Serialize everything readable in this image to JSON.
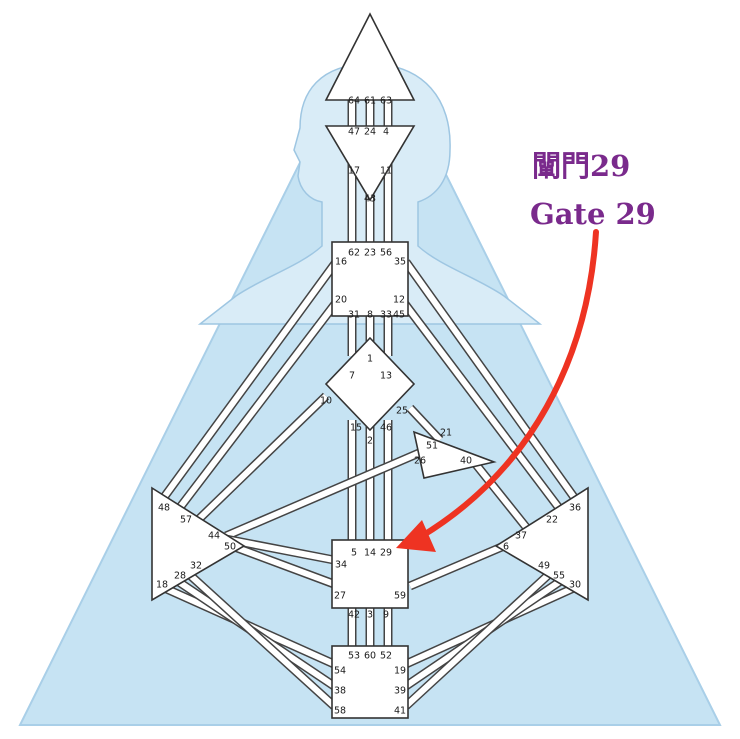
{
  "colors": {
    "background": "#ffffff",
    "triangle": "#c6e3f3",
    "triangle_edge": "#a9cfe8",
    "silhouette": "#d9ecf7",
    "silhouette_edge": "#9ec6e2",
    "center_fill": "#ffffff",
    "center_stroke": "#333333",
    "channel_fill": "#ffffff",
    "channel_stroke": "#444444",
    "arrow": "#ee3322",
    "annotation_text": "#7a2a8c"
  },
  "annotation": {
    "line1": "闡門29",
    "line2": "Gate 29",
    "arrow_icon": "curved-arrow-icon",
    "points_to_gate": "29"
  },
  "gates": {
    "64": "64",
    "61": "61",
    "63": "63",
    "47": "47",
    "24": "24",
    "4": "4",
    "17": "17",
    "11": "11",
    "43": "43",
    "62": "62",
    "23": "23",
    "56": "56",
    "16": "16",
    "35": "35",
    "20": "20",
    "12": "12",
    "31": "31",
    "8": "8",
    "33": "33",
    "45": "45",
    "1": "1",
    "7": "7",
    "13": "13",
    "10": "10",
    "25": "25",
    "15": "15",
    "46": "46",
    "2": "2",
    "21": "21",
    "51": "51",
    "26": "26",
    "40": "40",
    "48": "48",
    "57": "57",
    "44": "44",
    "50": "50",
    "36": "36",
    "22": "22",
    "37": "37",
    "6": "6",
    "5": "5",
    "14": "14",
    "29": "29",
    "34": "34",
    "27": "27",
    "59": "59",
    "42": "42",
    "3": "3",
    "9": "9",
    "53": "53",
    "60": "60",
    "52": "52",
    "18": "18",
    "28": "28",
    "32": "32",
    "49": "49",
    "55": "55",
    "30": "30",
    "54": "54",
    "38": "38",
    "58": "58",
    "19": "19",
    "39": "39",
    "41": "41"
  }
}
